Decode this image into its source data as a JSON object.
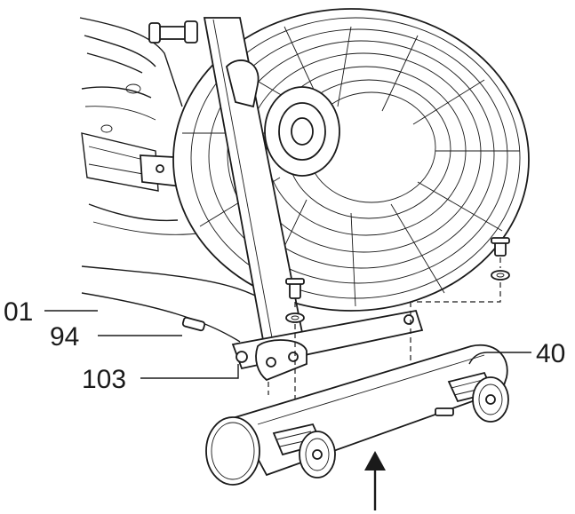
{
  "diagram": {
    "labels": {
      "frame": "01",
      "bolt": "94",
      "bushing": "103",
      "stabilizer": "40"
    },
    "colors": {
      "ink": "#1a1a1a",
      "paper": "#ffffff"
    }
  }
}
